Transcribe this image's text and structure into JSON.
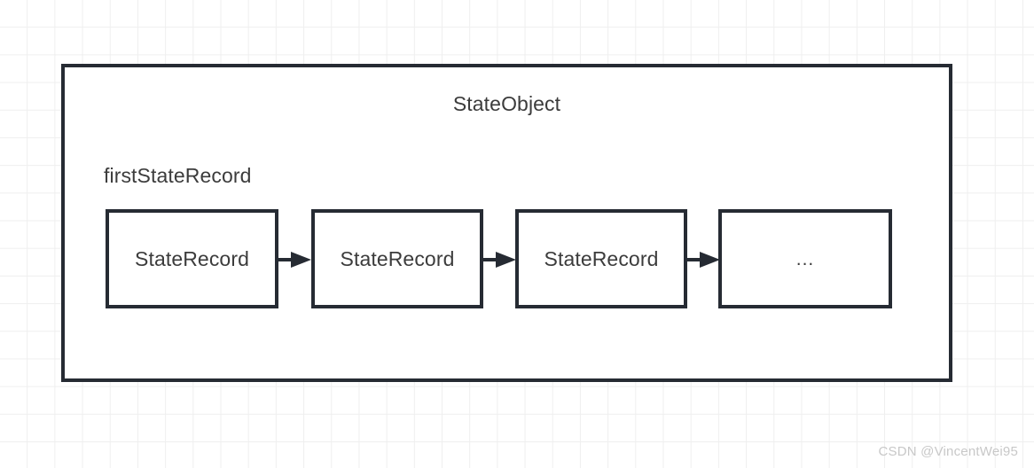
{
  "diagram": {
    "container": {
      "title": "StateObject",
      "field_label": "firstStateRecord"
    },
    "nodes": [
      {
        "label": "StateRecord"
      },
      {
        "label": "StateRecord"
      },
      {
        "label": "StateRecord"
      },
      {
        "label": "..."
      }
    ],
    "connectors": [
      {
        "name": "arrow-1"
      },
      {
        "name": "arrow-2"
      },
      {
        "name": "arrow-3"
      }
    ],
    "colors": {
      "stroke": "#262b33",
      "text": "#3c3c3c",
      "grid": "#efefef",
      "background": "#ffffff",
      "watermark": "#c8c8c8"
    }
  },
  "watermark": {
    "text": "CSDN @VincentWei95"
  }
}
